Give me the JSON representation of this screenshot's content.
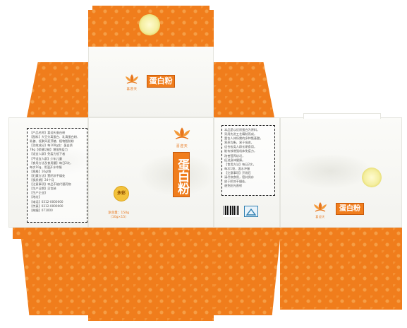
{
  "brand": {
    "name": "喜迎天",
    "product_name": "蛋白粉",
    "badge_text": "多彩"
  },
  "spec": {
    "line1": "净含量：150g",
    "line2": "（10g×15）"
  },
  "left_panel_lines": [
    "【产品名称】喜迎天蛋白粉",
    "【配料】大豆分离蛋白、乳清蛋白粉、",
    "乳糖、低聚异麦芽糖、植物脂肪粉",
    "【功效成分】每100g含：蛋白质",
    "78g【保健功能】增强免疫力",
    "【适宜人群】免疫力低下者",
    "【不适宜人群】少年儿童",
    "【食用方法及食用量】每日2次，",
    "每次10g，用温开水冲服",
    "【规格】10g/袋",
    "【贮藏方法】置阴凉干燥处",
    "【保质期】24个月",
    "【注意事项】本品不能代替药物",
    "【生产日期】见包装",
    "【生产企业】",
    "【地址】",
    "【电话】0312-0000000",
    "【传真】0312-0000000",
    "【邮编】071000"
  ],
  "right_panel_lines": [
    "本品是以优质蛋白为原料，",
    "采用先进工艺精制而成，",
    "富含人体所需的多种氨基酸，",
    "营养均衡，易于吸收，",
    "适合各类人群长期食用，",
    "能有效增强机体免疫力，",
    "改善营养状况，",
    "促进身体健康。",
    "【食用方法】每日2次，",
    "每次1袋，温水冲服",
    "【注意事项】开袋后",
    "请尽快食用，密封保存",
    "放于阴凉干燥处，",
    "避免阳光直射"
  ],
  "colors": {
    "accent": "#f07d1c",
    "panel": "#f6f6f2",
    "badge_bg": "#2f7fb0"
  },
  "icons": {
    "logo": "lotus-logo-icon",
    "barcode": "barcode-icon",
    "qs": "qs-certification-icon"
  }
}
